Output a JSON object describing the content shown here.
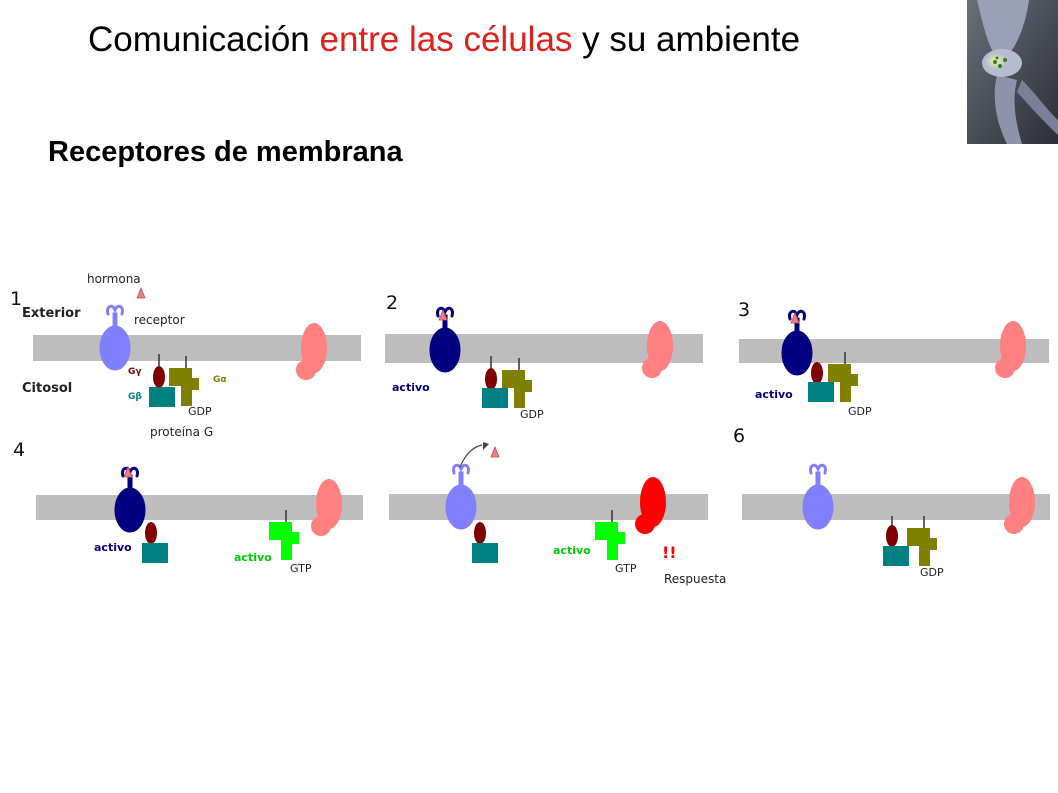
{
  "slide": {
    "title_part1": "Comunicación ",
    "title_highlight": "entre las células",
    "title_part2": " y su ambiente",
    "subtitle": "Receptores de membrana",
    "colors": {
      "highlight": "#e0201a"
    }
  },
  "diagram": {
    "panel_numbers": [
      "1",
      "2",
      "3",
      "4",
      "6"
    ],
    "labels": {
      "hormona": "hormona",
      "exterior": "Exterior",
      "receptor": "receptor",
      "citosol": "Citosol",
      "g_gamma": "Gγ",
      "g_beta": "Gβ",
      "g_alpha": "Gα",
      "gdp": "GDP",
      "gtp": "GTP",
      "proteina_g": "proteína G",
      "activo": "activo",
      "respuesta": "Respuesta",
      "alarm": "!!"
    },
    "colors": {
      "membrane": "#bdbdbd",
      "receptor_inactive": "#8080ff",
      "receptor_active": "#000080",
      "hormone": "#f08080",
      "g_gamma": "#800000",
      "g_beta": "#008080",
      "g_alpha_gdp": "#808000",
      "g_alpha_gtp": "#00ff00",
      "effector_inactive": "#ff8080",
      "effector_active": "#ff0000",
      "label_blue": "#000080",
      "label_teal": "#008080",
      "label_olive": "#808000",
      "label_green": "#00cc00",
      "label_red": "#ff0000"
    }
  }
}
